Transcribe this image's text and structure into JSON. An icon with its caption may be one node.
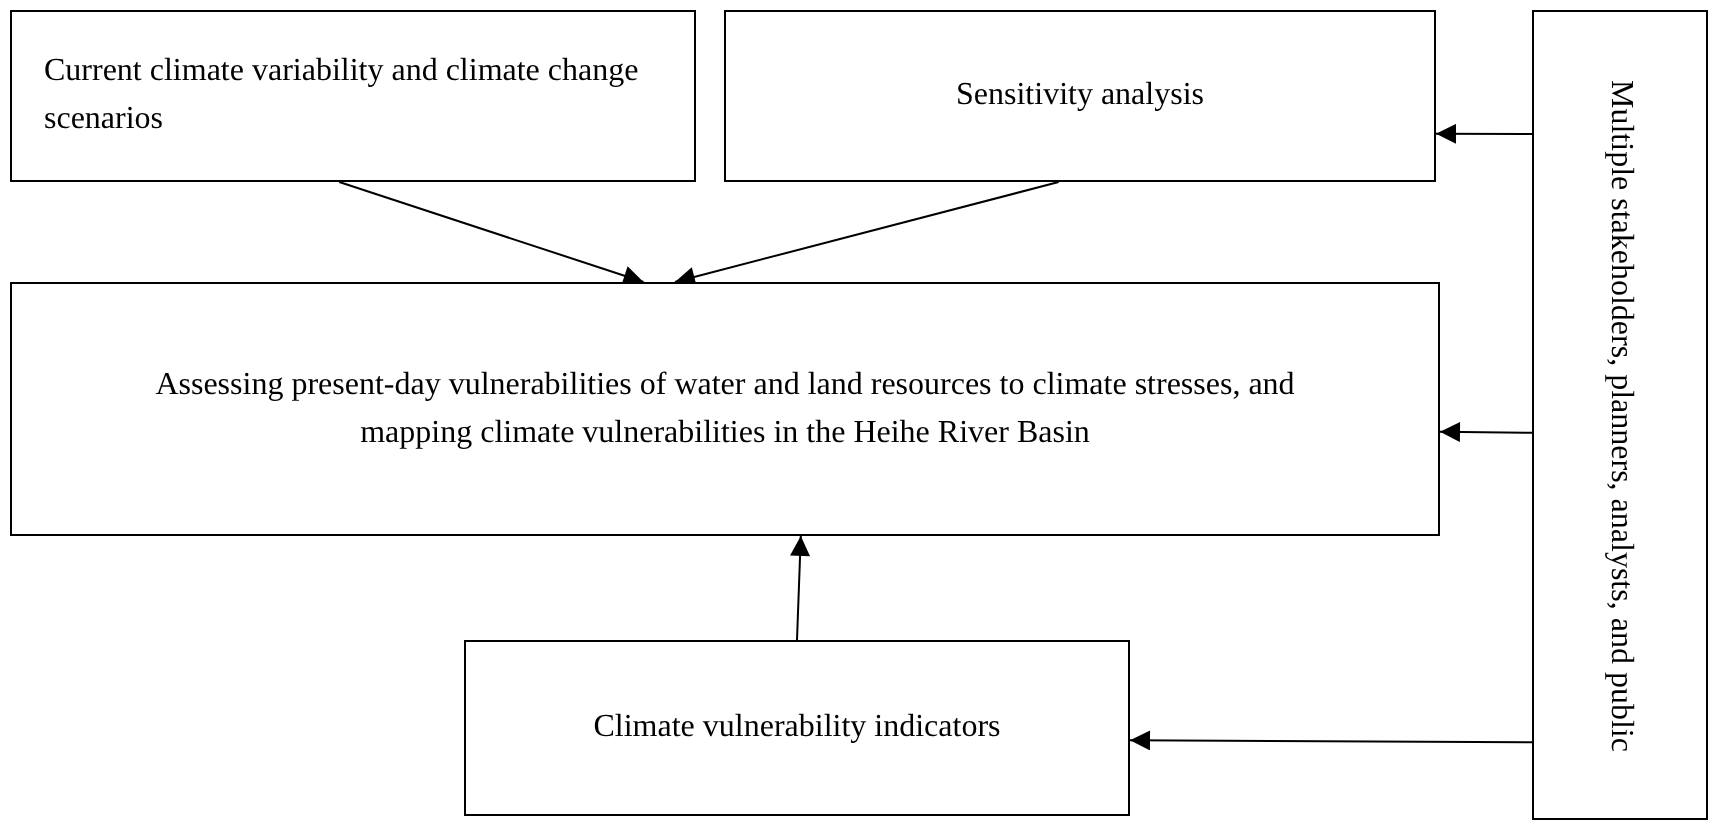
{
  "diagram": {
    "nodes": [
      {
        "text": [
          "Current climate variability and climate change scenarios"
        ]
      },
      {
        "text": [
          "Sensitivity analysis"
        ]
      },
      {
        "text": [
          "Assessing present-day vulnerabilities of water and land resources to climate stresses, and mapping climate vulnerabilities in the Heihe River Basin"
        ]
      },
      {
        "text": [
          "Climate vulnerability indicators"
        ]
      },
      {
        "text": [
          "Multiple stakeholders, planners, analysts, and public"
        ]
      }
    ],
    "edges": [
      {
        "from": 0,
        "to": 2,
        "arrow": "to"
      },
      {
        "from": 1,
        "to": 2,
        "arrow": "to"
      },
      {
        "from": 3,
        "to": 2,
        "arrow": "to"
      },
      {
        "from": 4,
        "to": 1,
        "arrow": "to"
      },
      {
        "from": 4,
        "to": 2,
        "arrow": "to"
      },
      {
        "from": 4,
        "to": 3,
        "arrow": "to"
      }
    ]
  }
}
